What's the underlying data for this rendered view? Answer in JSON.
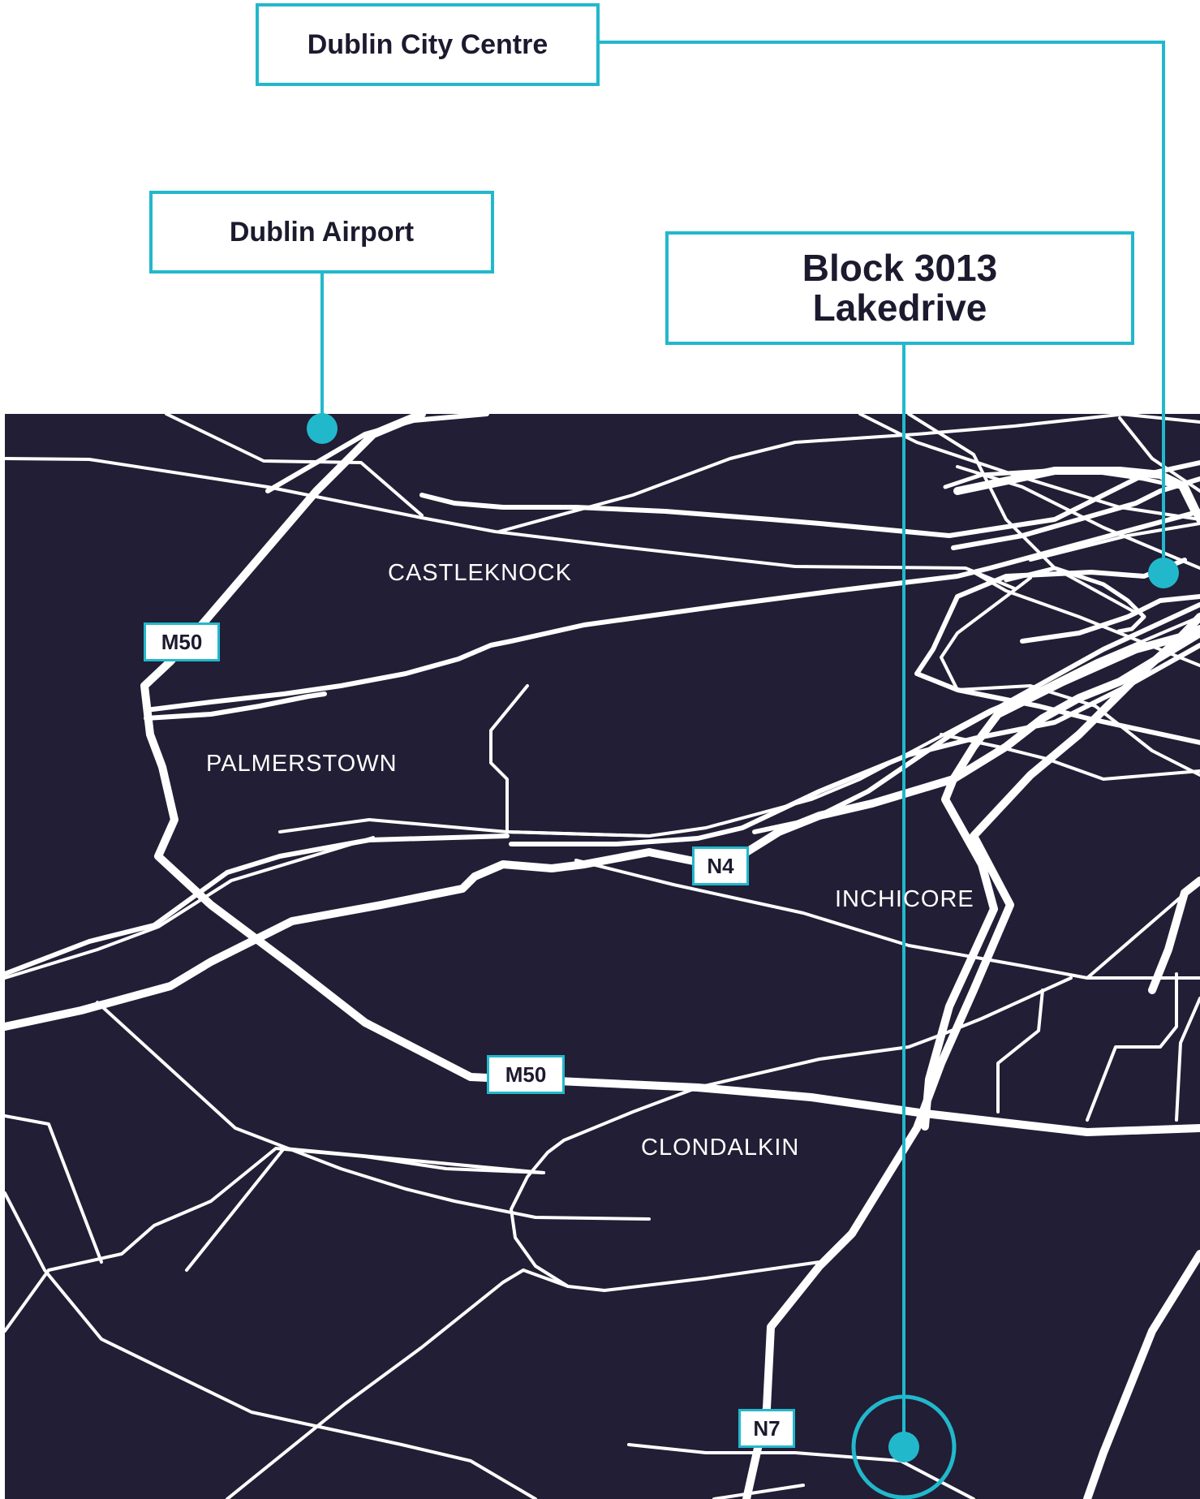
{
  "colors": {
    "map_background": "#221e35",
    "roads": "#ffffff",
    "accent": "#22b8cc",
    "text_dark": "#1c1a2e"
  },
  "callouts": {
    "city_centre": "Dublin City Centre",
    "airport": "Dublin Airport",
    "block_line1": "Block 3013",
    "block_line2": "Lakedrive"
  },
  "areas": {
    "castleknock": "CASTLEKNOCK",
    "palmerstown": "PALMERSTOWN",
    "inchicore": "INCHICORE",
    "clondalkin": "CLONDALKIN"
  },
  "road_shields": {
    "m50_north": "M50",
    "m50_south": "M50",
    "n4": "N4",
    "n7": "N7"
  },
  "icons": {
    "pointer_marker": "circle-dot-icon",
    "site_marker": "target-ring-icon"
  }
}
